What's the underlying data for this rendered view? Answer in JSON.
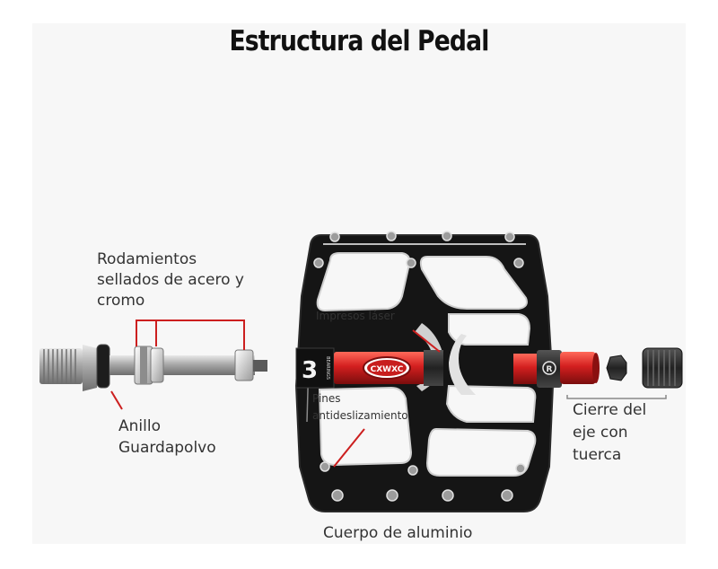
{
  "title": "Estructura del Pedal",
  "labels": {
    "bearings": [
      "Rodamientos",
      "sellados de acero y",
      "cromo"
    ],
    "dust_ring": [
      "Anillo",
      "Guardapolvo"
    ],
    "laser": "Impresos láser",
    "pins": [
      "Pines",
      "antideslizamiento"
    ],
    "axle_lock": [
      "Cierre del",
      "eje con",
      "tuerca"
    ],
    "body": "Cuerpo de aluminio"
  },
  "branding": {
    "logo_text": "CXWXC",
    "end_cap_mark": "R",
    "plate_text": "BEARINGS",
    "plate_number": "3"
  },
  "colors": {
    "callout_line": "#cc1f1f",
    "bracket": "#888888",
    "pedal_body": "#141414",
    "axle_red": "#d31f1f",
    "steel": "#b8b8b8"
  }
}
